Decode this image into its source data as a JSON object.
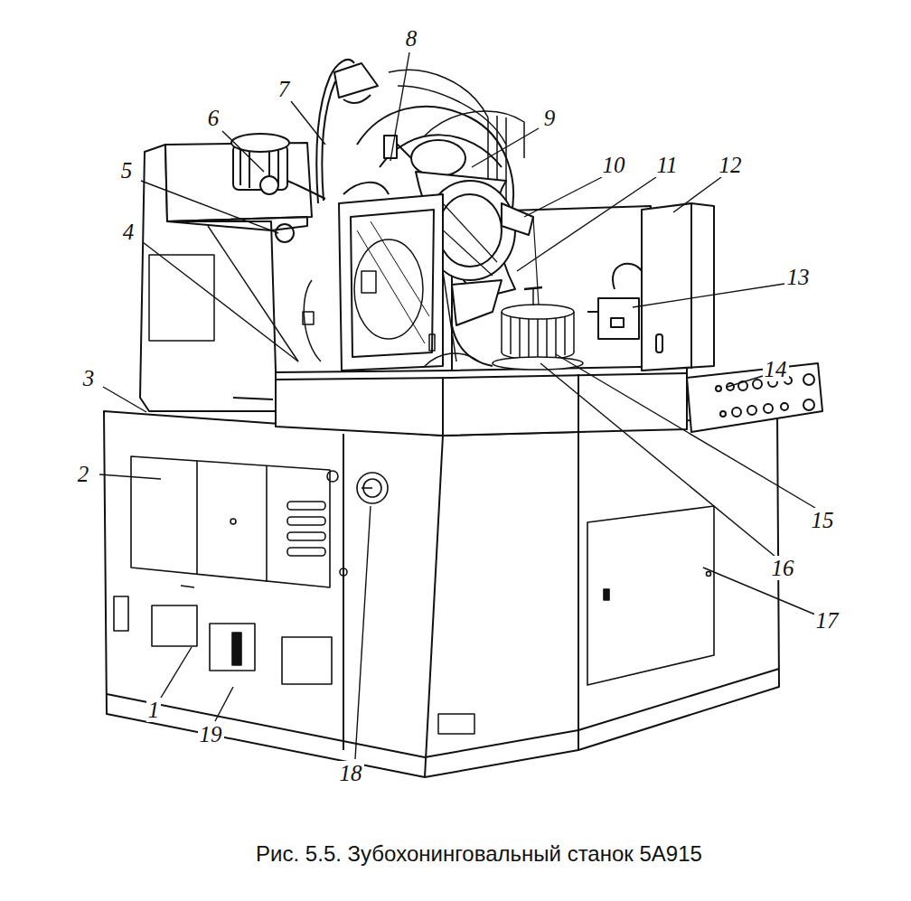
{
  "diagram": {
    "caption": "Рис. 5.5. Зубохонинговальный станок 5А915",
    "labels": [
      "1",
      "2",
      "3",
      "4",
      "5",
      "6",
      "7",
      "8",
      "9",
      "10",
      "11",
      "12",
      "13",
      "14",
      "15",
      "16",
      "17",
      "18",
      "19"
    ]
  }
}
